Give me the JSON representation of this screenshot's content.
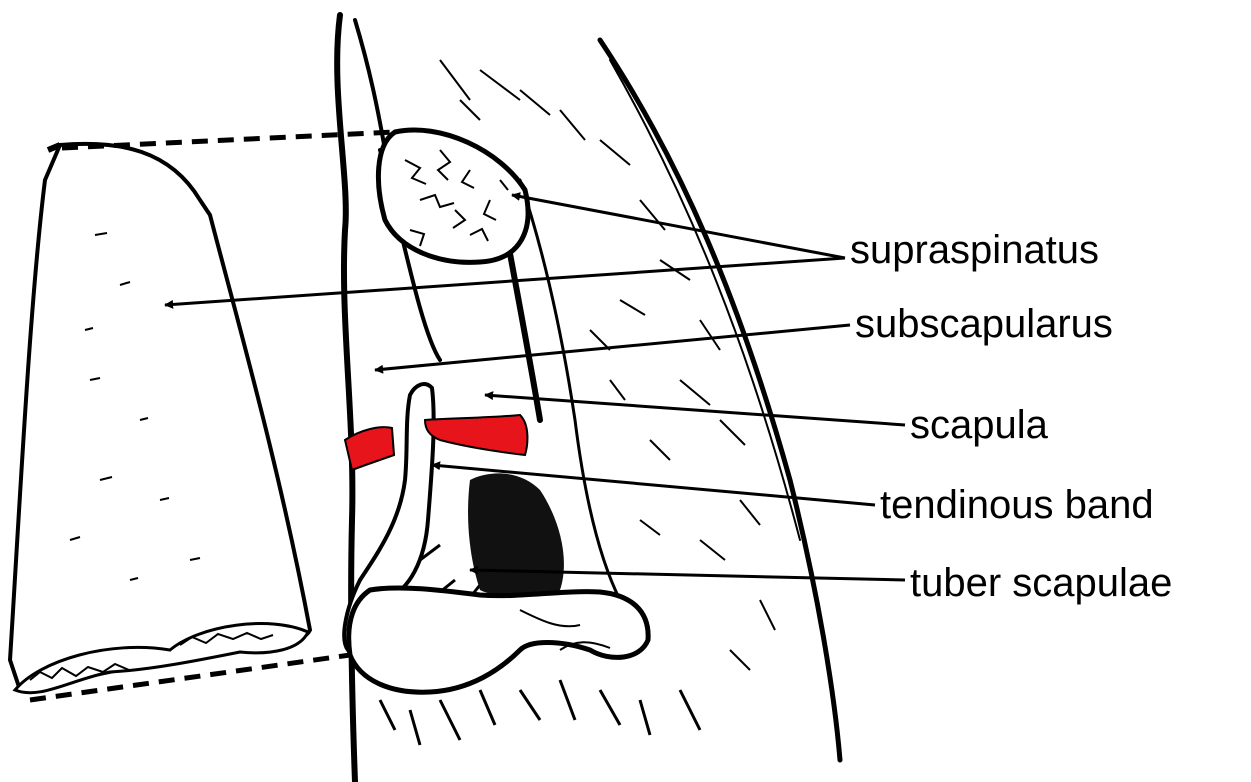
{
  "labels": {
    "supraspinatus": "supraspinatus",
    "subscapularus": "subscapularus",
    "scapula": "scapula",
    "tendinous_band": "tendinous band",
    "tuber_scapulae": "tuber scapulae"
  },
  "colors": {
    "ink": "#000000",
    "tendon": "#e8141c",
    "background": "#ffffff"
  }
}
